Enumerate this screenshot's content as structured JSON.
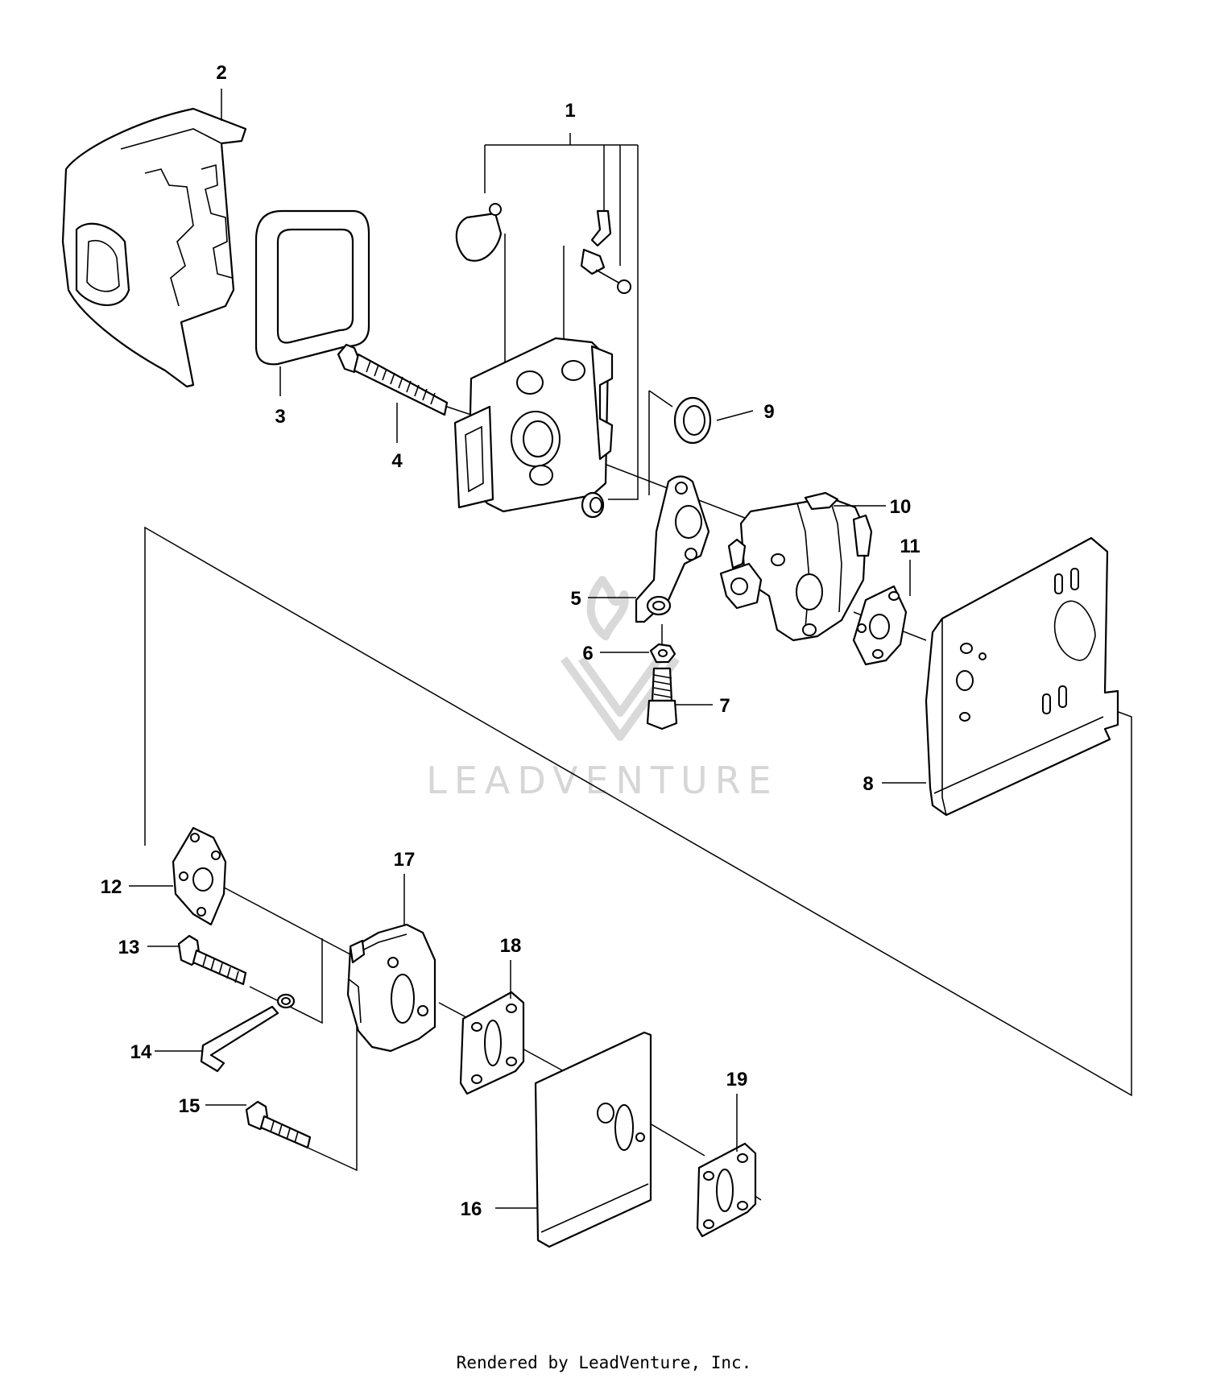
{
  "diagram": {
    "callouts": [
      {
        "id": "1",
        "label": "1"
      },
      {
        "id": "2",
        "label": "2"
      },
      {
        "id": "3",
        "label": "3"
      },
      {
        "id": "4",
        "label": "4"
      },
      {
        "id": "5",
        "label": "5"
      },
      {
        "id": "6",
        "label": "6"
      },
      {
        "id": "7",
        "label": "7"
      },
      {
        "id": "8",
        "label": "8"
      },
      {
        "id": "9",
        "label": "9"
      },
      {
        "id": "10",
        "label": "10"
      },
      {
        "id": "11",
        "label": "11"
      },
      {
        "id": "12",
        "label": "12"
      },
      {
        "id": "13",
        "label": "13"
      },
      {
        "id": "14",
        "label": "14"
      },
      {
        "id": "15",
        "label": "15"
      },
      {
        "id": "16",
        "label": "16"
      },
      {
        "id": "17",
        "label": "17"
      },
      {
        "id": "18",
        "label": "18"
      },
      {
        "id": "19",
        "label": "19"
      }
    ],
    "watermark": "LEADVENTURE",
    "footer": "Rendered by LeadVenture, Inc."
  }
}
